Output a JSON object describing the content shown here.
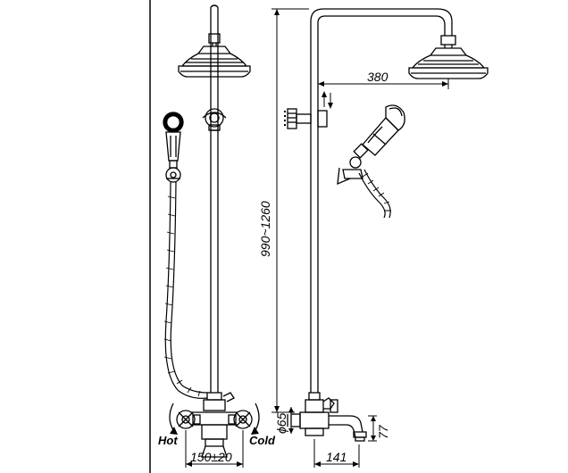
{
  "labels": {
    "hot": "Hot",
    "cold": "Cold"
  },
  "dimensions": {
    "arm_reach": "380",
    "height_range": "990~1260",
    "spacing": "150±20",
    "spout_reach": "141",
    "outlet_diameter": "ϕ65",
    "spout_height": "77"
  },
  "colors": {
    "line": "#000000",
    "background": "#ffffff"
  }
}
